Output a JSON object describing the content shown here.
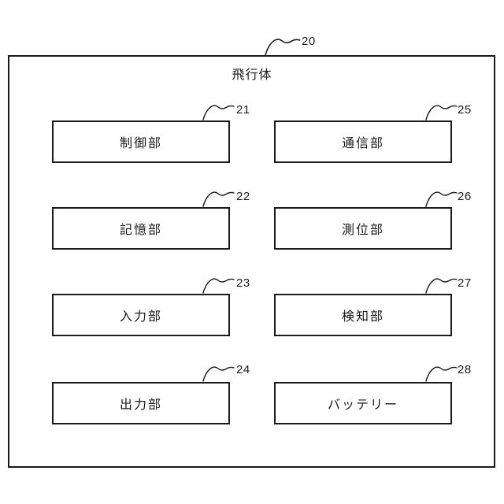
{
  "diagram": {
    "title": "飛行体",
    "container_ref": "20",
    "line_color": "#1a1a1a",
    "background_color": "#ffffff"
  },
  "blocks": [
    {
      "label": "制御部",
      "ref": "21"
    },
    {
      "label": "記憶部",
      "ref": "22"
    },
    {
      "label": "入力部",
      "ref": "23"
    },
    {
      "label": "出力部",
      "ref": "24"
    },
    {
      "label": "通信部",
      "ref": "25"
    },
    {
      "label": "測位部",
      "ref": "26"
    },
    {
      "label": "検知部",
      "ref": "27"
    },
    {
      "label": "バッテリー",
      "ref": "28"
    }
  ]
}
